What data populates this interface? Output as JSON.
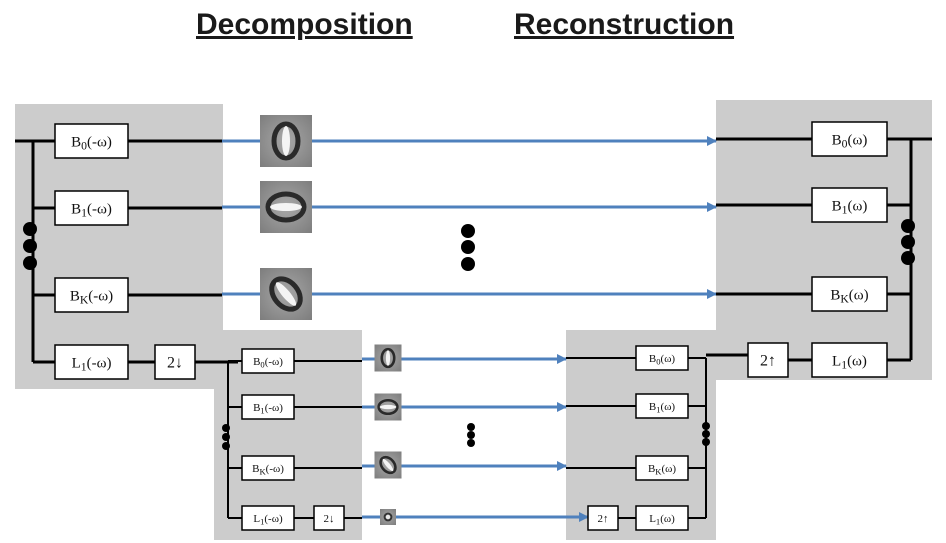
{
  "headings": {
    "decomposition": "Decomposition",
    "reconstruction": "Reconstruction"
  },
  "level1": {
    "decomp_filters": [
      {
        "base": "B",
        "sub": "0",
        "arg": "(-ω)"
      },
      {
        "base": "B",
        "sub": "1",
        "arg": "(-ω)"
      },
      {
        "base": "B",
        "sub": "K",
        "arg": "(-ω)"
      },
      {
        "base": "L",
        "sub": "1",
        "arg": "(-ω)"
      }
    ],
    "downsample": "2↓",
    "recon_filters": [
      {
        "base": "B",
        "sub": "0",
        "arg": "(ω)"
      },
      {
        "base": "B",
        "sub": "1",
        "arg": "(ω)"
      },
      {
        "base": "B",
        "sub": "K",
        "arg": "(ω)"
      },
      {
        "base": "L",
        "sub": "1",
        "arg": "(ω)"
      }
    ],
    "upsample": "2↑"
  },
  "level2": {
    "decomp_filters": [
      {
        "base": "B",
        "sub": "0",
        "arg": "(-ω)"
      },
      {
        "base": "B",
        "sub": "1",
        "arg": "(-ω)"
      },
      {
        "base": "B",
        "sub": "K",
        "arg": "(-ω)"
      },
      {
        "base": "L",
        "sub": "1",
        "arg": "(-ω)"
      }
    ],
    "downsample": "2↓",
    "recon_filters": [
      {
        "base": "B",
        "sub": "0",
        "arg": "(ω)"
      },
      {
        "base": "B",
        "sub": "1",
        "arg": "(ω)"
      },
      {
        "base": "B",
        "sub": "K",
        "arg": "(ω)"
      },
      {
        "base": "L",
        "sub": "1",
        "arg": "(ω)"
      }
    ],
    "upsample": "2↑"
  },
  "subband_images": [
    "vertical-band-image",
    "horizontal-band-image",
    "diagonal-band-image",
    "lowpass-residual-image"
  ],
  "colors": {
    "panel": "#cccccc",
    "arrow": "#4f81bd",
    "line": "#000000",
    "box": "#ffffff"
  }
}
